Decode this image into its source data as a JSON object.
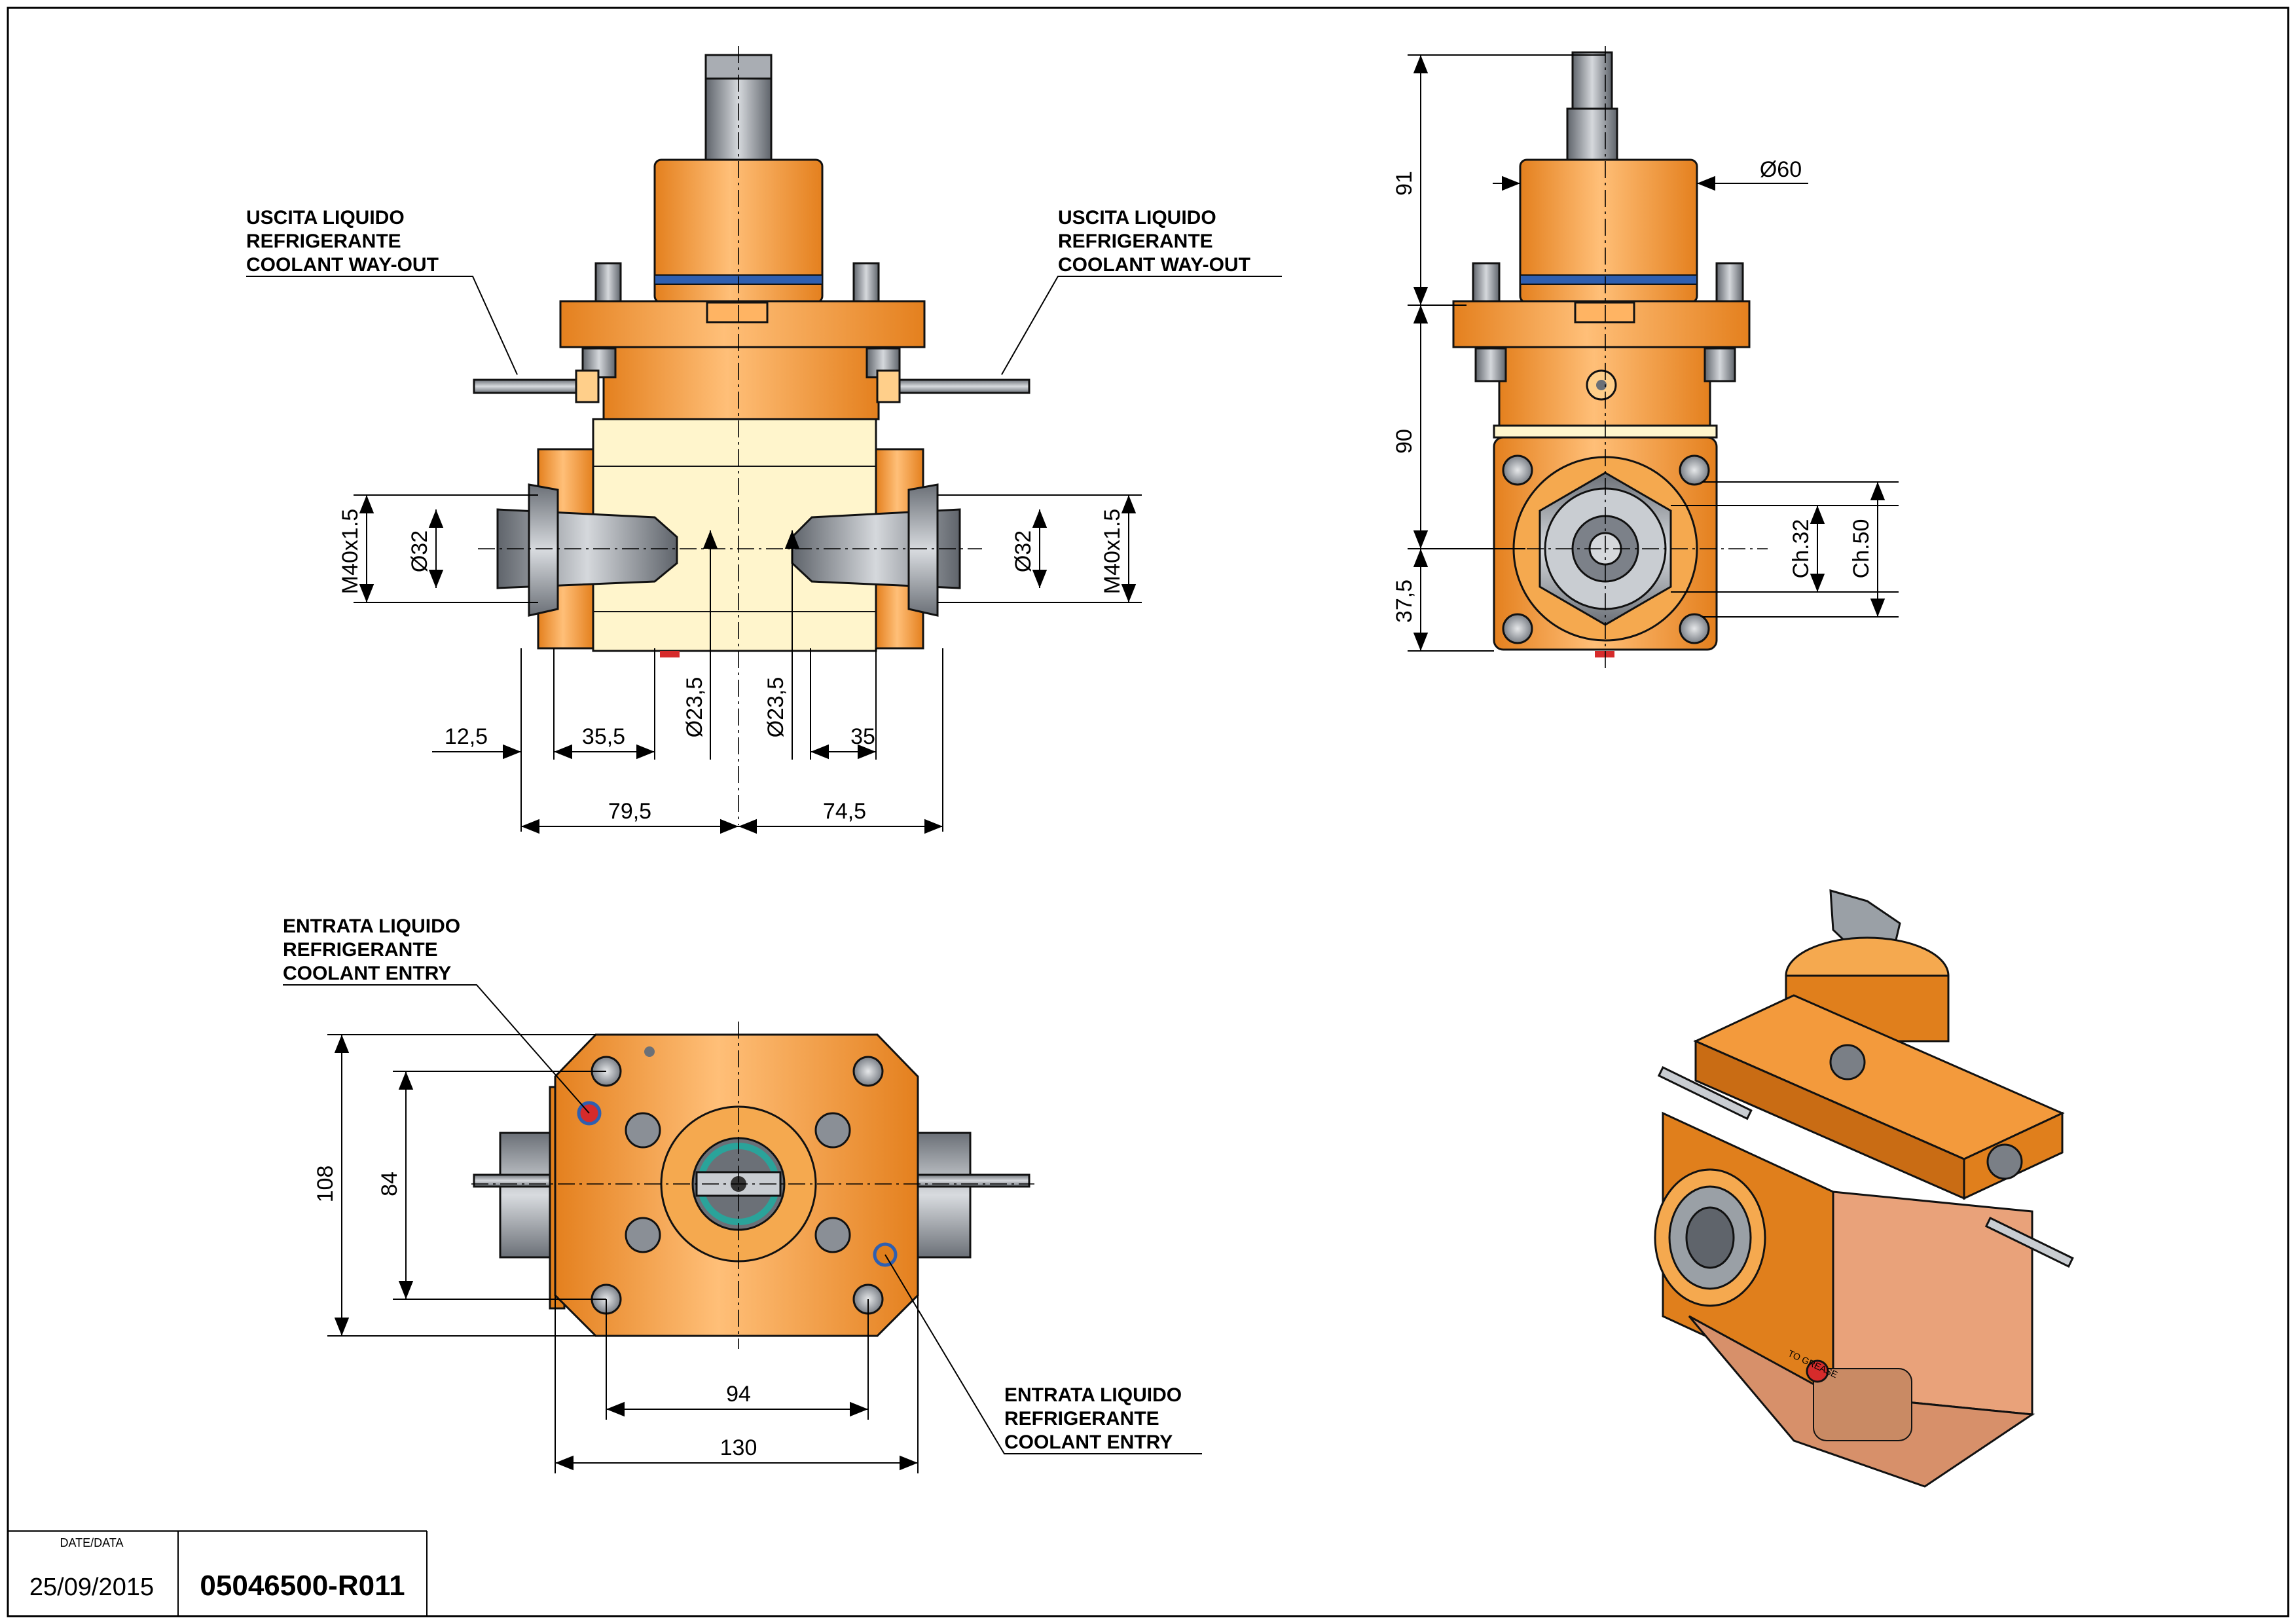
{
  "labels": {
    "coolant_out_left": [
      "USCITA LIQUIDO",
      "REFRIGERANTE",
      "COOLANT WAY-OUT"
    ],
    "coolant_out_right": [
      "USCITA LIQUIDO",
      "REFRIGERANTE",
      "COOLANT WAY-OUT"
    ],
    "coolant_entry_top": [
      "ENTRATA LIQUIDO",
      "REFRIGERANTE",
      "COOLANT ENTRY"
    ],
    "coolant_entry_bottom": [
      "ENTRATA LIQUIDO",
      "REFRIGERANTE",
      "COOLANT ENTRY"
    ]
  },
  "dimensions": {
    "front": {
      "thread_left": "M40x1.5",
      "thread_right": "M40x1.5",
      "dia_left": "Ø32",
      "dia_right": "Ø32",
      "bore_left": "Ø23,5",
      "bore_right": "Ø23,5",
      "d_12_5": "12,5",
      "d_35_5": "35,5",
      "d_35": "35",
      "d_79_5": "79,5",
      "d_74_5": "74,5"
    },
    "side": {
      "height_top": "91",
      "height_mid": "90",
      "height_bottom": "37,5",
      "dia_60": "Ø60",
      "ch32": "Ch.32",
      "ch50": "Ch.50"
    },
    "plan": {
      "h108": "108",
      "h84": "84",
      "w94": "94",
      "w130": "130"
    }
  },
  "iso_text": {
    "grease": "TO GREASE"
  },
  "title_block": {
    "date_label": "DATE/DATA",
    "date": "25/09/2015",
    "code": "05046500-R011"
  },
  "colors": {
    "orange": "#f39a3c",
    "orange_dark": "#e07f1c",
    "cream": "#fff5cc",
    "steel": "#9aa0a6",
    "steel_dark": "#6b7077",
    "blue_ring": "#2f5fb0",
    "red_port": "#d62b2b",
    "teal": "#2aa39a",
    "iso_face": "#e9a27a"
  }
}
